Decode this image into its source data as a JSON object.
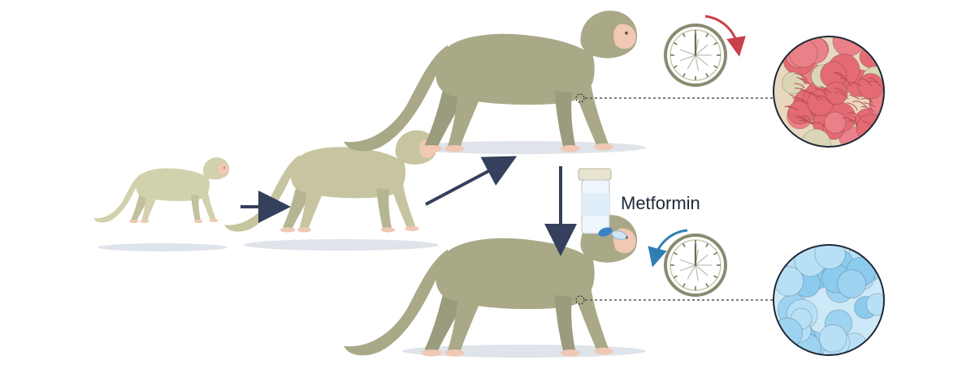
{
  "drug": {
    "label": "Metformin",
    "icon": "pill-bottle-icon"
  },
  "stages": [
    {
      "name": "infant",
      "icon": "monkey-icon"
    },
    {
      "name": "juvenile",
      "icon": "monkey-icon"
    },
    {
      "name": "aged-untreated",
      "icon": "monkey-icon"
    },
    {
      "name": "aged-treated",
      "icon": "monkey-icon"
    }
  ],
  "clocks": [
    {
      "name": "aging-clock-forward",
      "icon": "clock-icon",
      "direction": "clockwise"
    },
    {
      "name": "aging-clock-reversed",
      "icon": "clock-icon",
      "direction": "counterclockwise"
    }
  ],
  "tissues": [
    {
      "name": "aged-tissue",
      "state": "aged"
    },
    {
      "name": "rejuvenated-tissue",
      "state": "rejuvenated"
    }
  ],
  "colors": {
    "monkey_young": "#d2d1ad",
    "monkey_mid": "#c6c5a0",
    "monkey_old": "#a9a988",
    "skin": "#f0c8b3",
    "arrow": "#34405c",
    "aged_red": "#e46b73",
    "aged_fiber": "#b84c4f",
    "aged_beige": "#d9d5b5",
    "young_blue": "#9dd3f0",
    "clock_red": "#c8404a",
    "clock_blue": "#2f7fb5",
    "shadow": "#dfe4ea"
  }
}
